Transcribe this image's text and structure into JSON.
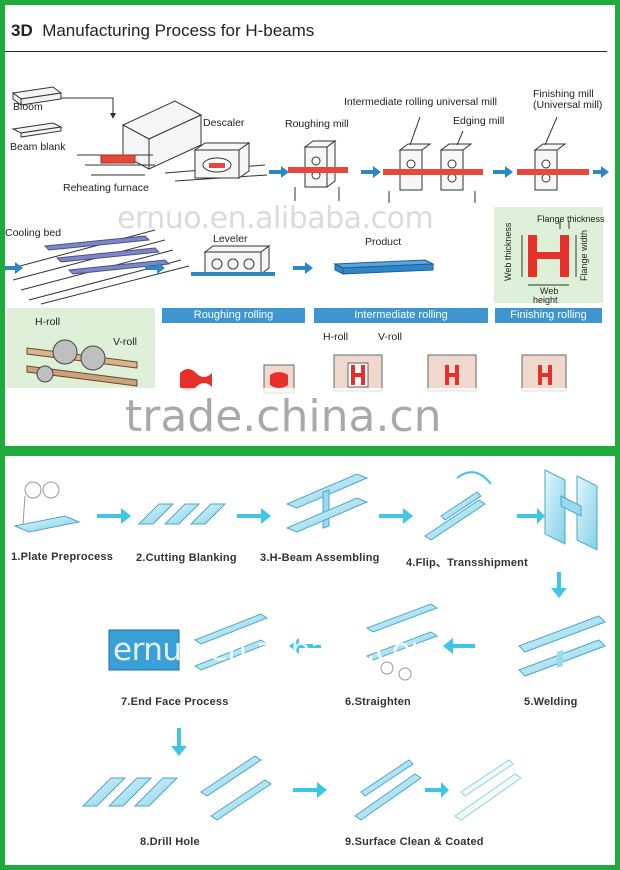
{
  "top": {
    "title_prefix": "3D",
    "title_text": "Manufacturing Process for H-beams",
    "labels": {
      "bloom": "Bloom",
      "beam_blank": "Beam blank",
      "reheating_furnace": "Reheating furnace",
      "descaler": "Descaler",
      "roughing_mill": "Roughing mill",
      "intermediate_mill": "Intermediate rolling universal mill",
      "edging_mill": "Edging mill",
      "finishing_mill_1": "Finishing mill",
      "finishing_mill_2": "(Universal mill)",
      "cooling_bed": "Cooling bed",
      "leveler": "Leveler",
      "product": "Product",
      "flange_thickness": "Flange thickness",
      "web_thickness": "Web thickness",
      "flange_width": "Flange width",
      "web_height_1": "Web",
      "web_height_2": "height",
      "h_roll": "H-roll",
      "v_roll": "V-roll",
      "h_roll_2": "H-roll",
      "v_roll_2": "V-roll"
    },
    "stages": {
      "roughing": "Roughing rolling",
      "intermediate": "Intermediate rolling",
      "finishing": "Finishing rolling"
    },
    "watermarks": {
      "ernuo": "ernuo.en.alibaba.com",
      "trade": "trade.china.cn"
    }
  },
  "bottom": {
    "steps": {
      "s1": "1.Plate Preprocess",
      "s2": "2.Cutting Blanking",
      "s3": "3.H-Beam Assembling",
      "s4": "4.Flip、Transshipment",
      "s5": "5.Welding",
      "s6": "6.Straighten",
      "s7": "7.End Face Process",
      "s8": "8.Drill Hole",
      "s9": "9.Surface Clean & Coated"
    },
    "watermark": "ernuo.en.alibaba.com"
  },
  "colors": {
    "frame": "#1faa3c",
    "header_blue": "#3f95cf",
    "arrow_cyan": "#3dc6e6",
    "beam_blue": "#a9e3f2",
    "roll_red": "#e8302a",
    "panel_green": "#dff0d8"
  }
}
